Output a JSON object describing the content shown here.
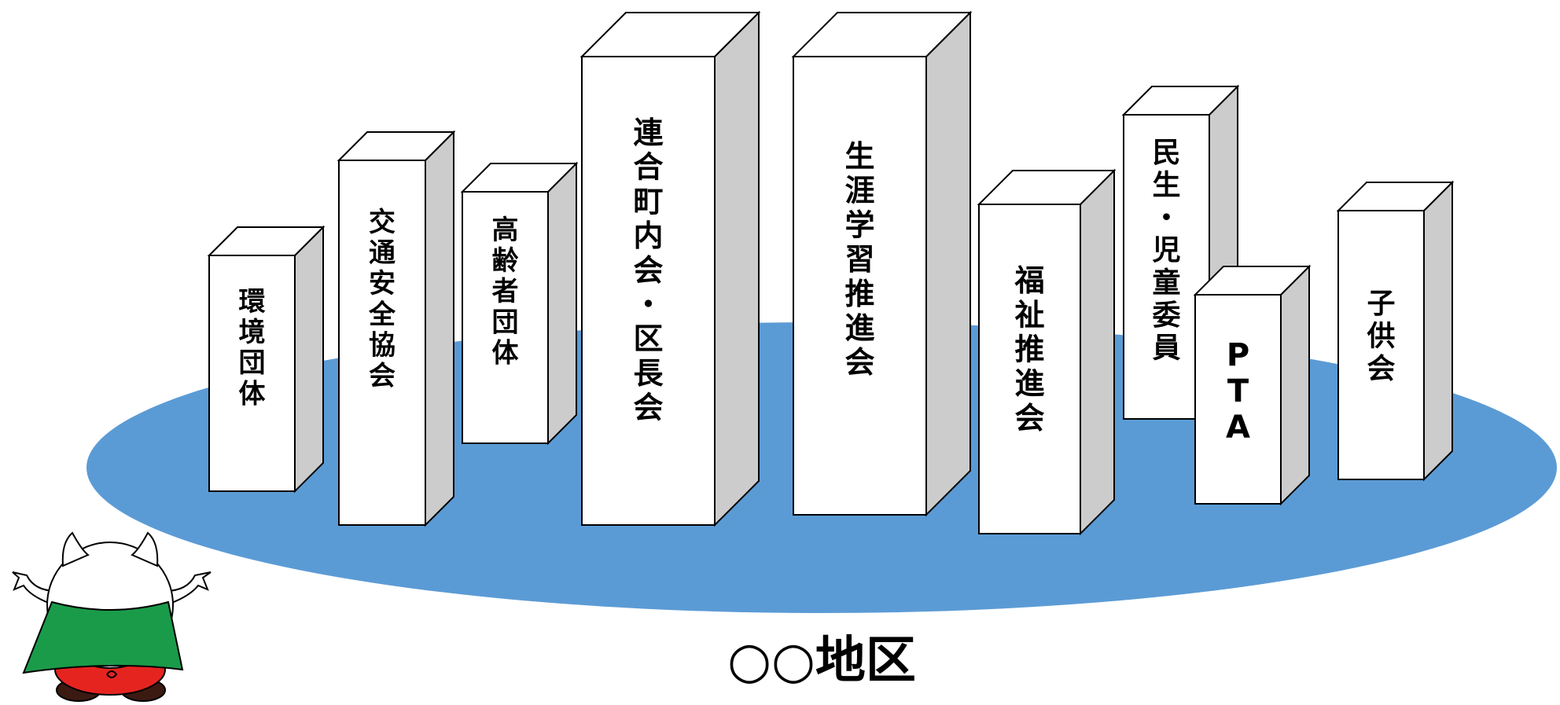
{
  "district": {
    "name": "○○地区",
    "ground_color": "#5b9bd5"
  },
  "colors": {
    "building_front": "#ffffff",
    "building_side": "#cccccc",
    "outline": "#000000"
  },
  "organizations": [
    {
      "id": "kankyo",
      "label": "環境団体"
    },
    {
      "id": "kotsu",
      "label": "交通安全協会"
    },
    {
      "id": "koreisha",
      "label": "高齢者団体"
    },
    {
      "id": "rengo",
      "label": "連合町内会・区長会"
    },
    {
      "id": "shogai",
      "label": "生涯学習推進会"
    },
    {
      "id": "fukushi",
      "label": "福祉推進会"
    },
    {
      "id": "minsei",
      "label": "民生・児童委員"
    },
    {
      "id": "pta",
      "label": "PTA"
    },
    {
      "id": "kodomo",
      "label": "子供会"
    }
  ],
  "mascot": {
    "icon": "mascot-character",
    "cape_color": "#1a9b4a",
    "body_color": "#e52420"
  }
}
